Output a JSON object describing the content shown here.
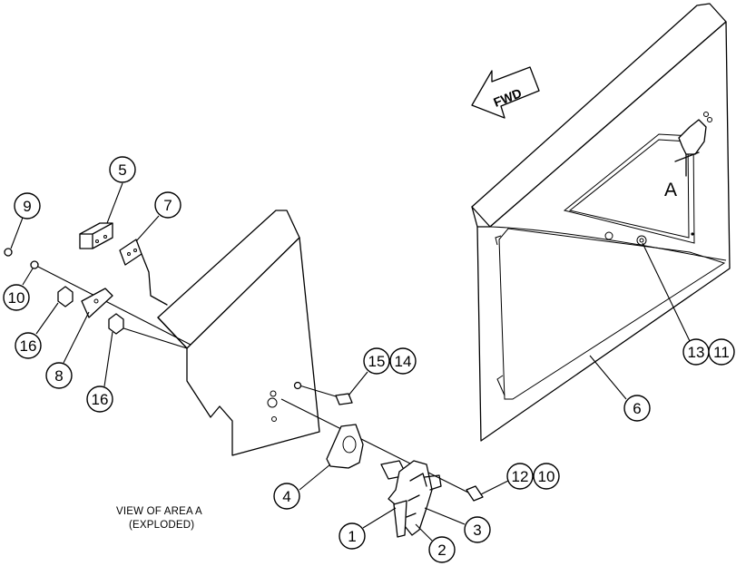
{
  "diagram": {
    "area_label": "A",
    "fwd_label": "FWD",
    "caption_line1": "VIEW OF AREA A",
    "caption_line2": "(EXPLODED)",
    "callouts": {
      "c1": "1",
      "c2": "2",
      "c3": "3",
      "c4": "4",
      "c5": "5",
      "c6": "6",
      "c7": "7",
      "c8": "8",
      "c9": "9",
      "c10a": "10",
      "c10b": "10",
      "c11": "11",
      "c12": "12",
      "c13": "13",
      "c14": "14",
      "c15": "15",
      "c16a": "16",
      "c16b": "16"
    }
  }
}
